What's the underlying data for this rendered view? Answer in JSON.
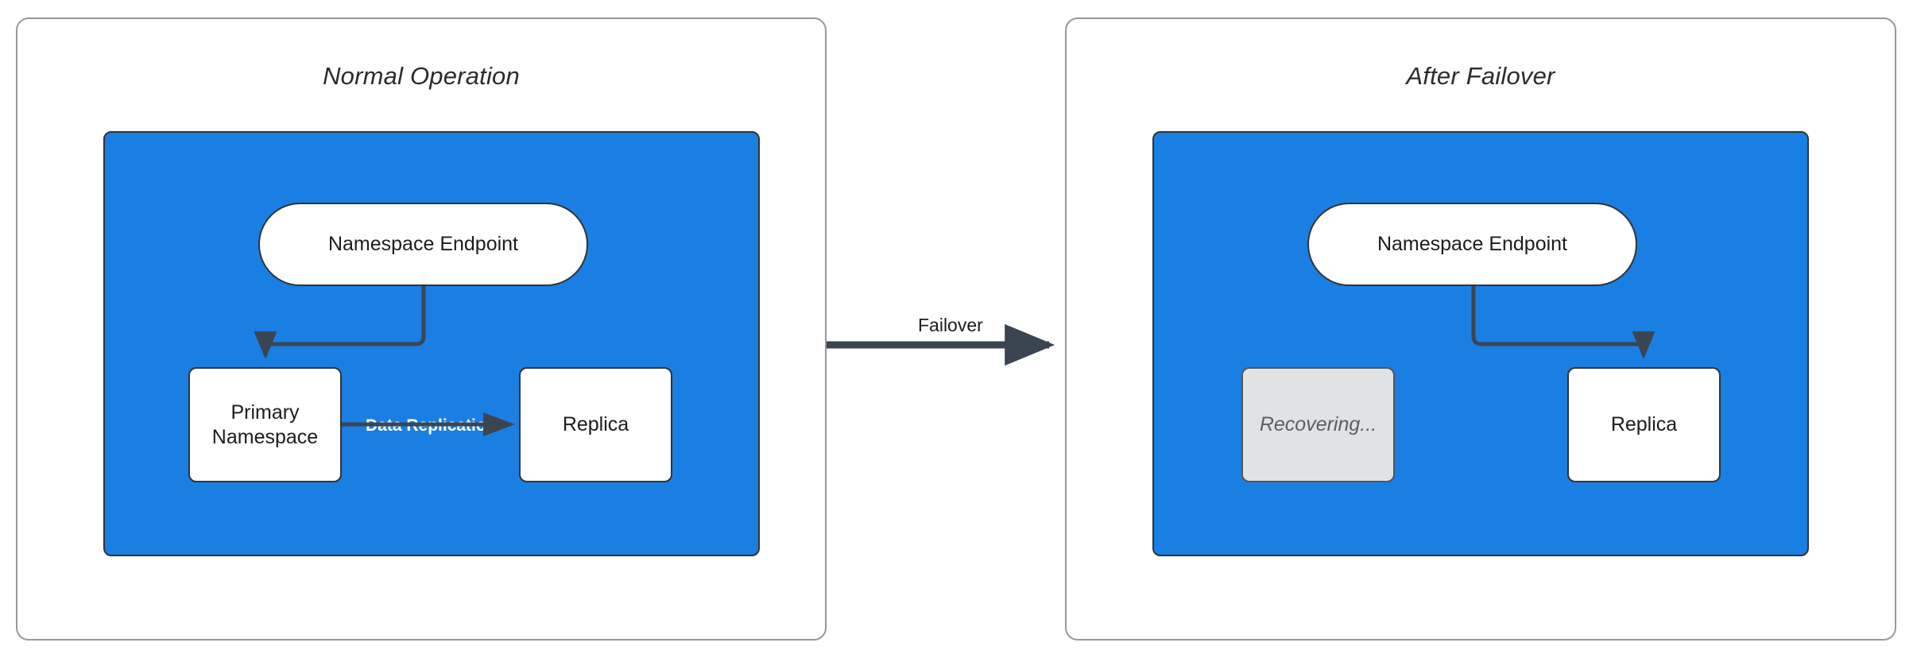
{
  "diagram": {
    "title_left": "Normal Operation",
    "title_right": "After Failover",
    "panels": [
      {
        "id": "normal-operation",
        "title": "Normal Operation",
        "zone_color": "#1a7fe3",
        "nodes": [
          {
            "id": "endpoint",
            "label": "Namespace Endpoint",
            "shape": "pill",
            "state": "active"
          },
          {
            "id": "primary",
            "label": "Primary Namespace",
            "shape": "rounded-rect",
            "state": "active"
          },
          {
            "id": "replica",
            "label": "Replica",
            "shape": "rounded-rect",
            "state": "active"
          }
        ],
        "edges": [
          {
            "from": "endpoint",
            "to": "primary",
            "label": "",
            "style": "elbow-arrow"
          },
          {
            "from": "primary",
            "to": "replica",
            "label": "Data Replication",
            "style": "straight-arrow",
            "label_color": "#ffffff"
          }
        ]
      },
      {
        "id": "after-failover",
        "title": "After Failover",
        "zone_color": "#1a7fe3",
        "nodes": [
          {
            "id": "endpoint",
            "label": "Namespace Endpoint",
            "shape": "pill",
            "state": "active"
          },
          {
            "id": "recovering",
            "label": "Recovering...",
            "shape": "rounded-rect",
            "state": "recovering"
          },
          {
            "id": "replica",
            "label": "Replica",
            "shape": "rounded-rect",
            "state": "active"
          }
        ],
        "edges": [
          {
            "from": "endpoint",
            "to": "replica",
            "label": "",
            "style": "elbow-arrow"
          }
        ]
      }
    ],
    "transition": {
      "label": "Failover",
      "from_panel": "normal-operation",
      "to_panel": "after-failover",
      "color": "#3b4552"
    },
    "node_labels": {
      "namespace_endpoint": "Namespace Endpoint",
      "primary_namespace_line1": "Primary",
      "primary_namespace_line2": "Namespace",
      "replica": "Replica",
      "recovering": "Recovering..."
    },
    "colors": {
      "zone_blue": "#1a7fe3",
      "stroke_dark": "#333333",
      "panel_border": "#999999",
      "arrow": "#3b4552",
      "muted_fill": "#e0e2e4",
      "muted_text": "#5a5f66",
      "node_fill": "#ffffff",
      "text": "#1c1c1c"
    }
  }
}
